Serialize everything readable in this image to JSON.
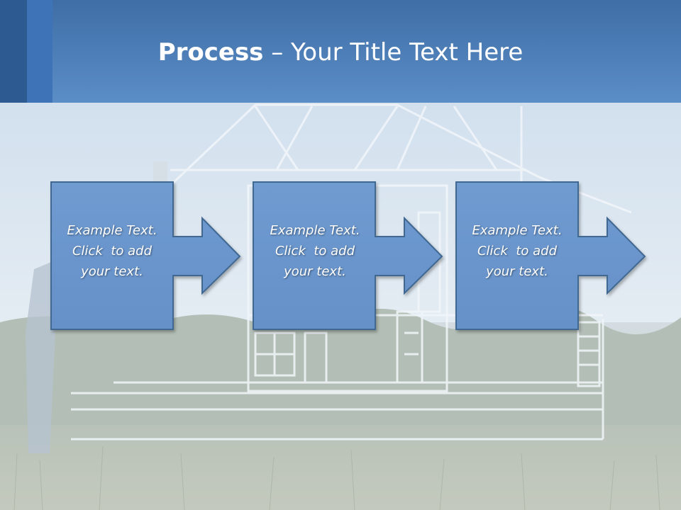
{
  "slide": {
    "title_bold": "Process",
    "title_rest": " – Your Title Text Here",
    "colors": {
      "header": "#5b8dc6",
      "box_fill": "#6d9ad0",
      "box_border": "#3f6791",
      "text": "#ffffff"
    }
  },
  "process": {
    "steps": [
      {
        "lines": [
          "Example Text.",
          "Click  to add",
          "your text."
        ]
      },
      {
        "lines": [
          "Example Text.",
          "Click  to add",
          "your text."
        ]
      },
      {
        "lines": [
          "Example Text.",
          "Click  to add",
          "your text."
        ]
      }
    ]
  }
}
